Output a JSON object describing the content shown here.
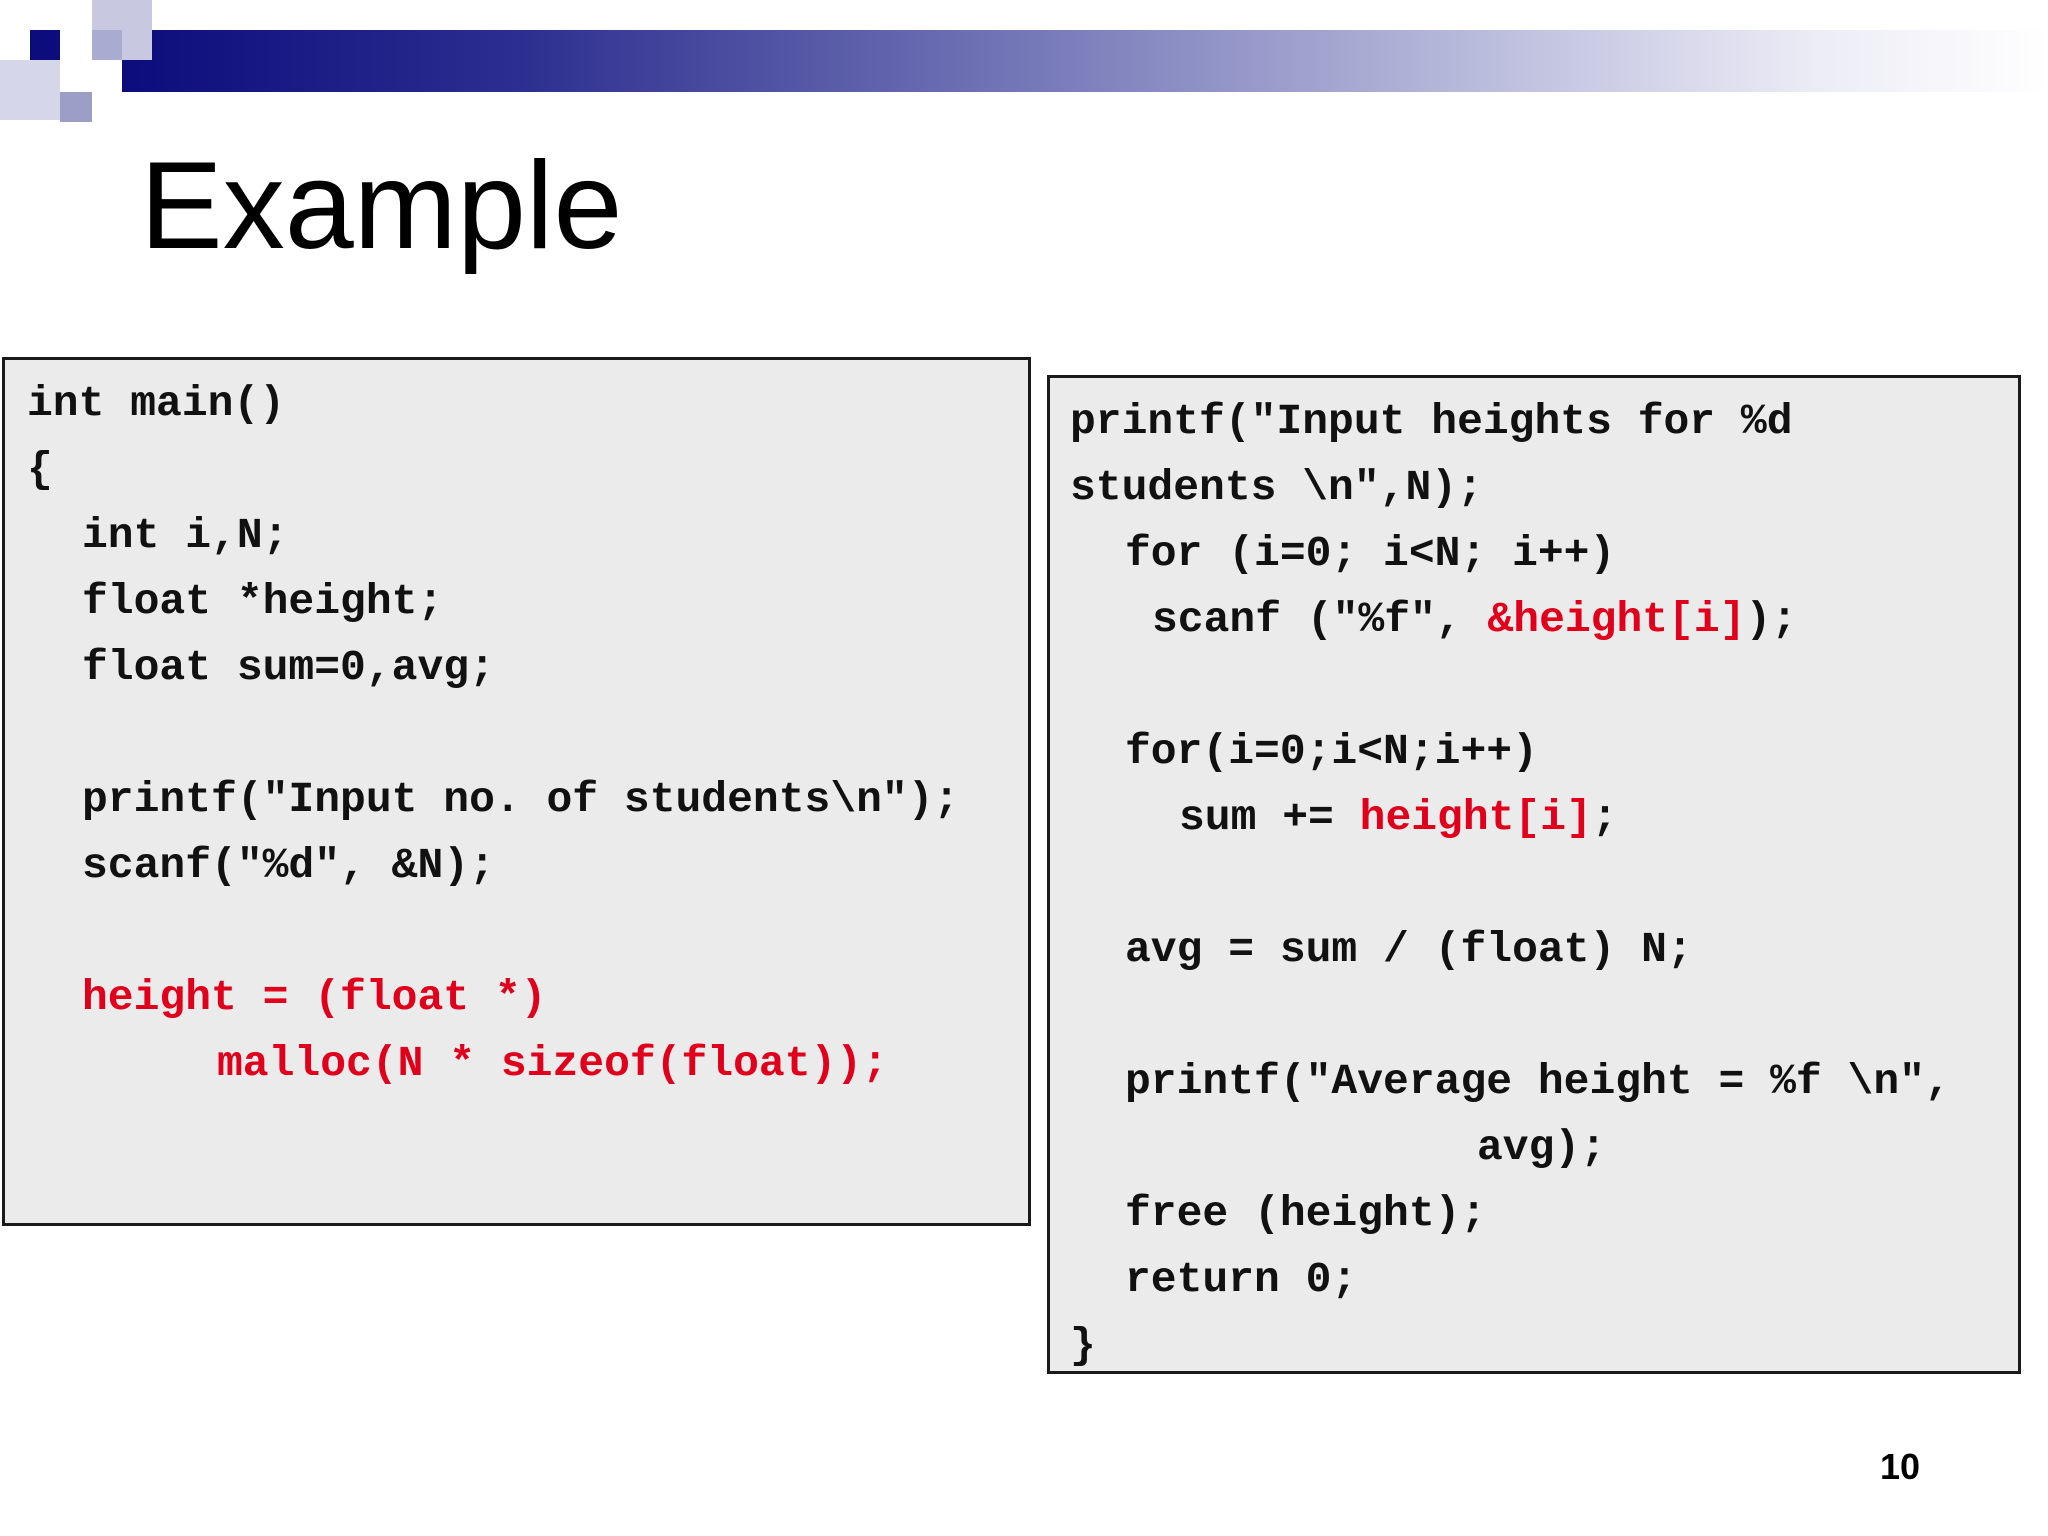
{
  "slide": {
    "title": "Example",
    "page_number": "10"
  },
  "left_code": {
    "lines": [
      "int main()",
      "{",
      "int i,N;",
      "float *height;",
      "float sum=0,avg;",
      "printf(\"Input no. of students\\n\");",
      "scanf(\"%d\", &N);",
      "height = (float *)",
      "malloc(N * sizeof(float));"
    ]
  },
  "right_code": {
    "line1": "printf(\"Input heights for %d",
    "line2": "students \\n\",N);",
    "line3": "for (i=0; i<N; i++)",
    "line4_a": "scanf (\"%f\", ",
    "line4_b": "&height[i]",
    "line4_c": ");",
    "line5": "for(i=0;i<N;i++)",
    "line6_a": "sum += ",
    "line6_b": "height[i]",
    "line6_c": ";",
    "line7": "avg = sum / (float) N;",
    "line8": "printf(\"Average height = %f \\n\",",
    "line9": "avg);",
    "line10": "free (height);",
    "line11": "return 0;",
    "line12": "}"
  },
  "colors": {
    "highlight": "#e0001b",
    "code_background": "#ebebeb",
    "header_gradient_start": "#0c0c7c"
  }
}
